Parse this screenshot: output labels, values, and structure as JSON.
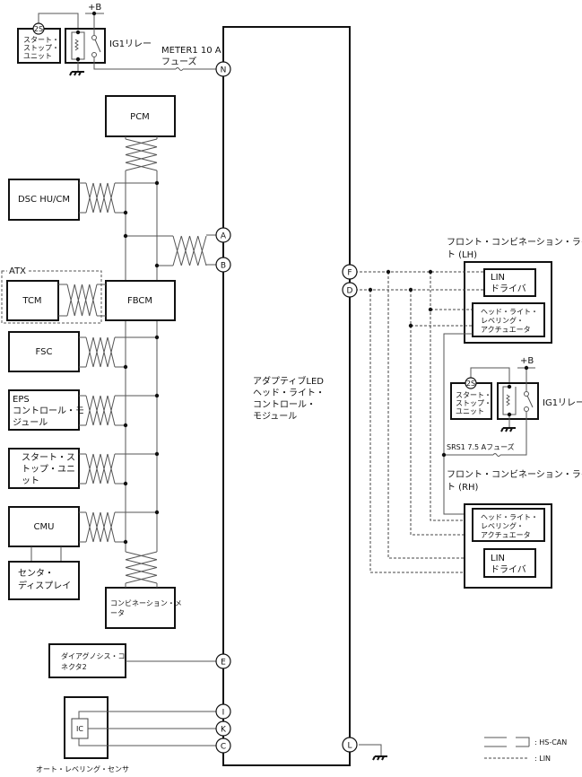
{
  "main_module": {
    "lines": [
      "アダプティブLED",
      "ヘッド・ライト・",
      "コントロール・",
      "モジュール"
    ]
  },
  "pins": {
    "N": "N",
    "A": "A",
    "B": "B",
    "E": "E",
    "I": "I",
    "K": "K",
    "C": "C",
    "F": "F",
    "D": "D",
    "L": "L"
  },
  "power": {
    "plus_b": "+B",
    "relay": "IG1リレー",
    "meter_fuse": [
      "METER1 10 A",
      "フューズ"
    ],
    "srs_fuse": "SRS1 7.5 Aフューズ",
    "start_stop_2s": "2S",
    "start_stop_unit": [
      "スタート・",
      "ストップ・",
      "ユニット"
    ]
  },
  "modules": {
    "pcm": "PCM",
    "dsc": "DSC HU/CM",
    "atx": "ATX",
    "tcm": "TCM",
    "fbcm": "FBCM",
    "fsc": "FSC",
    "eps": [
      "EPS",
      "コントロール・モ",
      "ジュール"
    ],
    "start_stop": [
      "スタート・ス",
      "トップ・ユニ",
      "ット"
    ],
    "cmu": "CMU",
    "center_display": [
      "センタ・",
      "ディスプレイ"
    ],
    "combination_meter": [
      "コンビネーション・メ",
      "ータ"
    ],
    "dlc": [
      "ダイアグノシス・コ",
      "ネクタ2"
    ],
    "ic": "IC",
    "auto_leveling_sensor": "オート・レベリング・センサ"
  },
  "front_lights": {
    "lh_title": [
      "フロント・コンビネーション・ライ",
      "ト (LH)"
    ],
    "rh_title": [
      "フロント・コンビネーション・ライ",
      "ト (RH)"
    ],
    "lin_driver": [
      "LIN",
      "ドライバ"
    ],
    "actuator": [
      "ヘッド・ライト・",
      "レベリング・",
      "アクチュエータ"
    ]
  },
  "legend": {
    "hs_can": ": HS-CAN",
    "lin": ": LIN"
  }
}
